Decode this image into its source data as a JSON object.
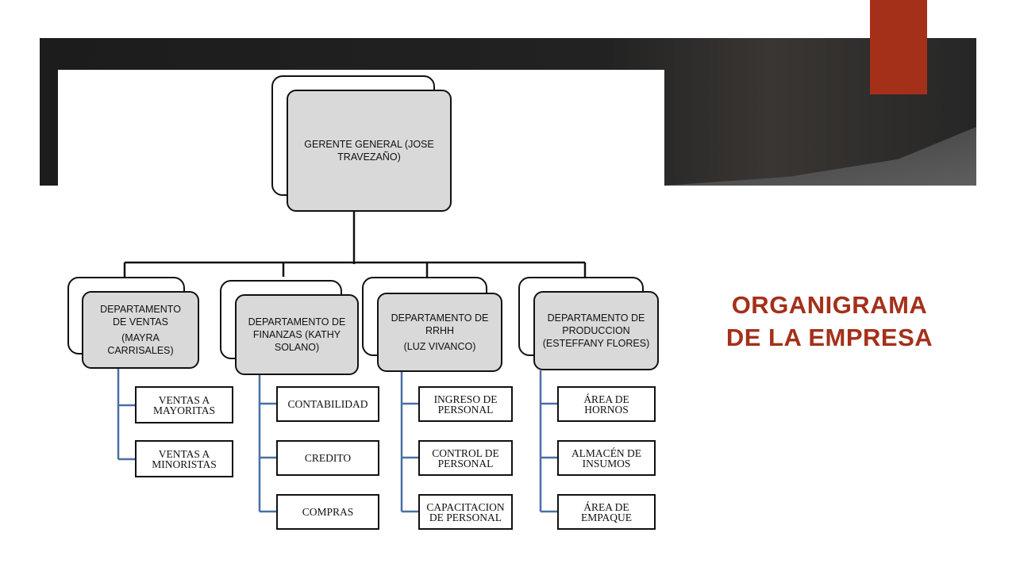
{
  "title": {
    "line1": "ORGANIGRAMA",
    "line2": "DE LA EMPRESA"
  },
  "colors": {
    "accent": "#a4301a",
    "node_fill": "#d9d9d9",
    "sub_connector": "#4a6fa5",
    "dark_band": "#222222"
  },
  "org": {
    "root": "GERENTE GENERAL (JOSE\nTRAVEZAÑO)",
    "departments": [
      {
        "name": "DEPARTAMENTO\nDE VENTAS",
        "head": "(MAYRA\nCARRISALES)",
        "units": [
          "VENTAS A\nMAYORITAS",
          "VENTAS A\nMINORISTAS"
        ]
      },
      {
        "name": "DEPARTAMENTO DE\nFINANZAS (KATHY\nSOLANO)",
        "head": "",
        "units": [
          "CONTABILIDAD",
          "CREDITO",
          "COMPRAS"
        ]
      },
      {
        "name": "DEPARTAMENTO DE\nRRHH",
        "head": "(LUZ VIVANCO)",
        "units": [
          "INGRESO DE\nPERSONAL",
          "CONTROL DE\nPERSONAL",
          "CAPACITACION\nDE PERSONAL"
        ]
      },
      {
        "name": "DEPARTAMENTO DE\nPRODUCCION\n(ESTEFFANY FLORES)",
        "head": "",
        "units": [
          "ÁREA DE\nHORNOS",
          "ALMACÉN DE\nINSUMOS",
          "ÁREA DE\nEMPAQUE"
        ]
      }
    ]
  }
}
